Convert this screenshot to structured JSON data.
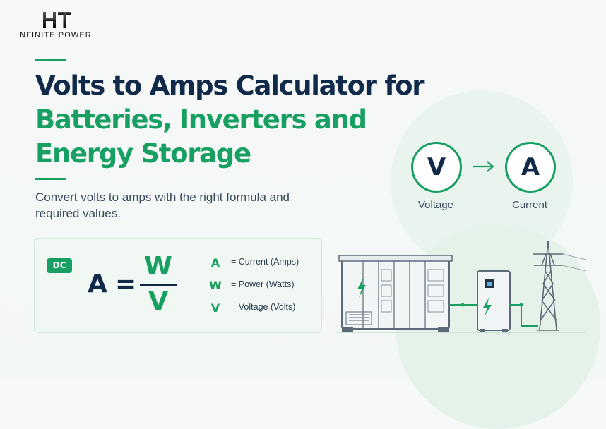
{
  "brand": {
    "name": "INFINITE POWER",
    "logo_mark": "HT"
  },
  "headline": {
    "line1": "Volts to Amps Calculator for",
    "line2": "Batteries, Inverters and",
    "line3": "Energy Storage"
  },
  "subtitle": "Convert volts to amps with the right formula and required values.",
  "conversion": {
    "from_symbol": "V",
    "from_label": "Voltage",
    "to_symbol": "A",
    "to_label": "Current",
    "arrow_icon": "arrow-right-icon"
  },
  "formula": {
    "badge": "DC",
    "lhs": "A",
    "equals": "=",
    "numerator": "W",
    "denominator": "V",
    "legend": [
      {
        "symbol": "A",
        "text": "= Current (Amps)"
      },
      {
        "symbol": "W",
        "text": "= Power (Watts)"
      },
      {
        "symbol": "V",
        "text": "= Voltage (Volts)"
      }
    ]
  },
  "colors": {
    "navy": "#112a4a",
    "green": "#17a061",
    "background": "#f5f8f7"
  },
  "illustration_icons": [
    "battery-container-icon",
    "inverter-cabinet-icon",
    "transmission-tower-icon",
    "lightning-bolt-icon"
  ]
}
